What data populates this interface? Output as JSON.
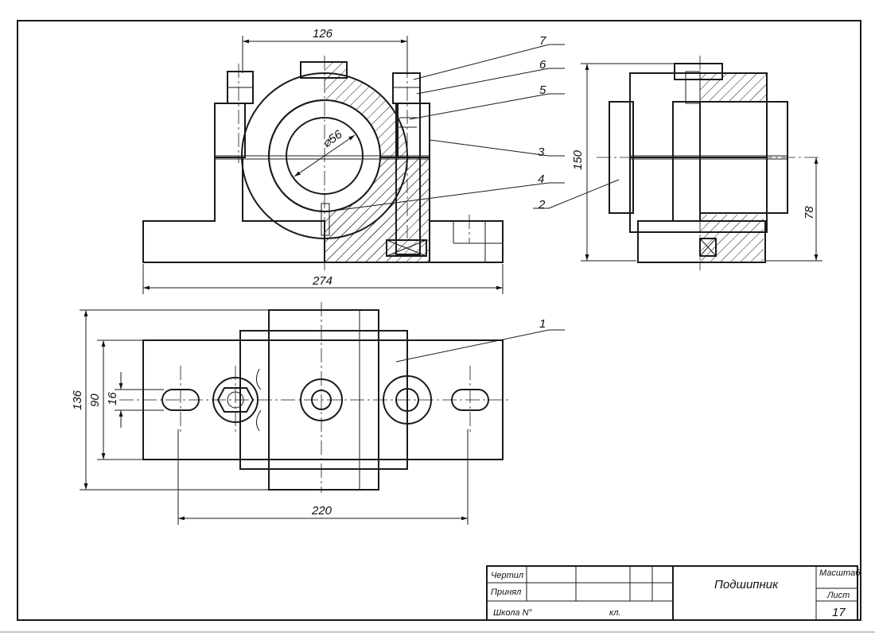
{
  "dimensions": {
    "d126": "126",
    "d56": "⌀56",
    "d274": "274",
    "d150": "150",
    "d78": "78",
    "d136": "136",
    "d90": "90",
    "d16": "16",
    "d220": "220"
  },
  "callouts": {
    "c1": "1",
    "c2": "2",
    "c3": "3",
    "c4": "4",
    "c5": "5",
    "c6": "6",
    "c7": "7"
  },
  "title_block": {
    "drawn_label": "Чертил",
    "checked_label": "Принял",
    "school_label": "Школа N°",
    "class_label": "кл.",
    "title": "Подшипник",
    "scale_label": "Масштаб",
    "sheet_label": "Лист",
    "sheet_number": "17"
  }
}
